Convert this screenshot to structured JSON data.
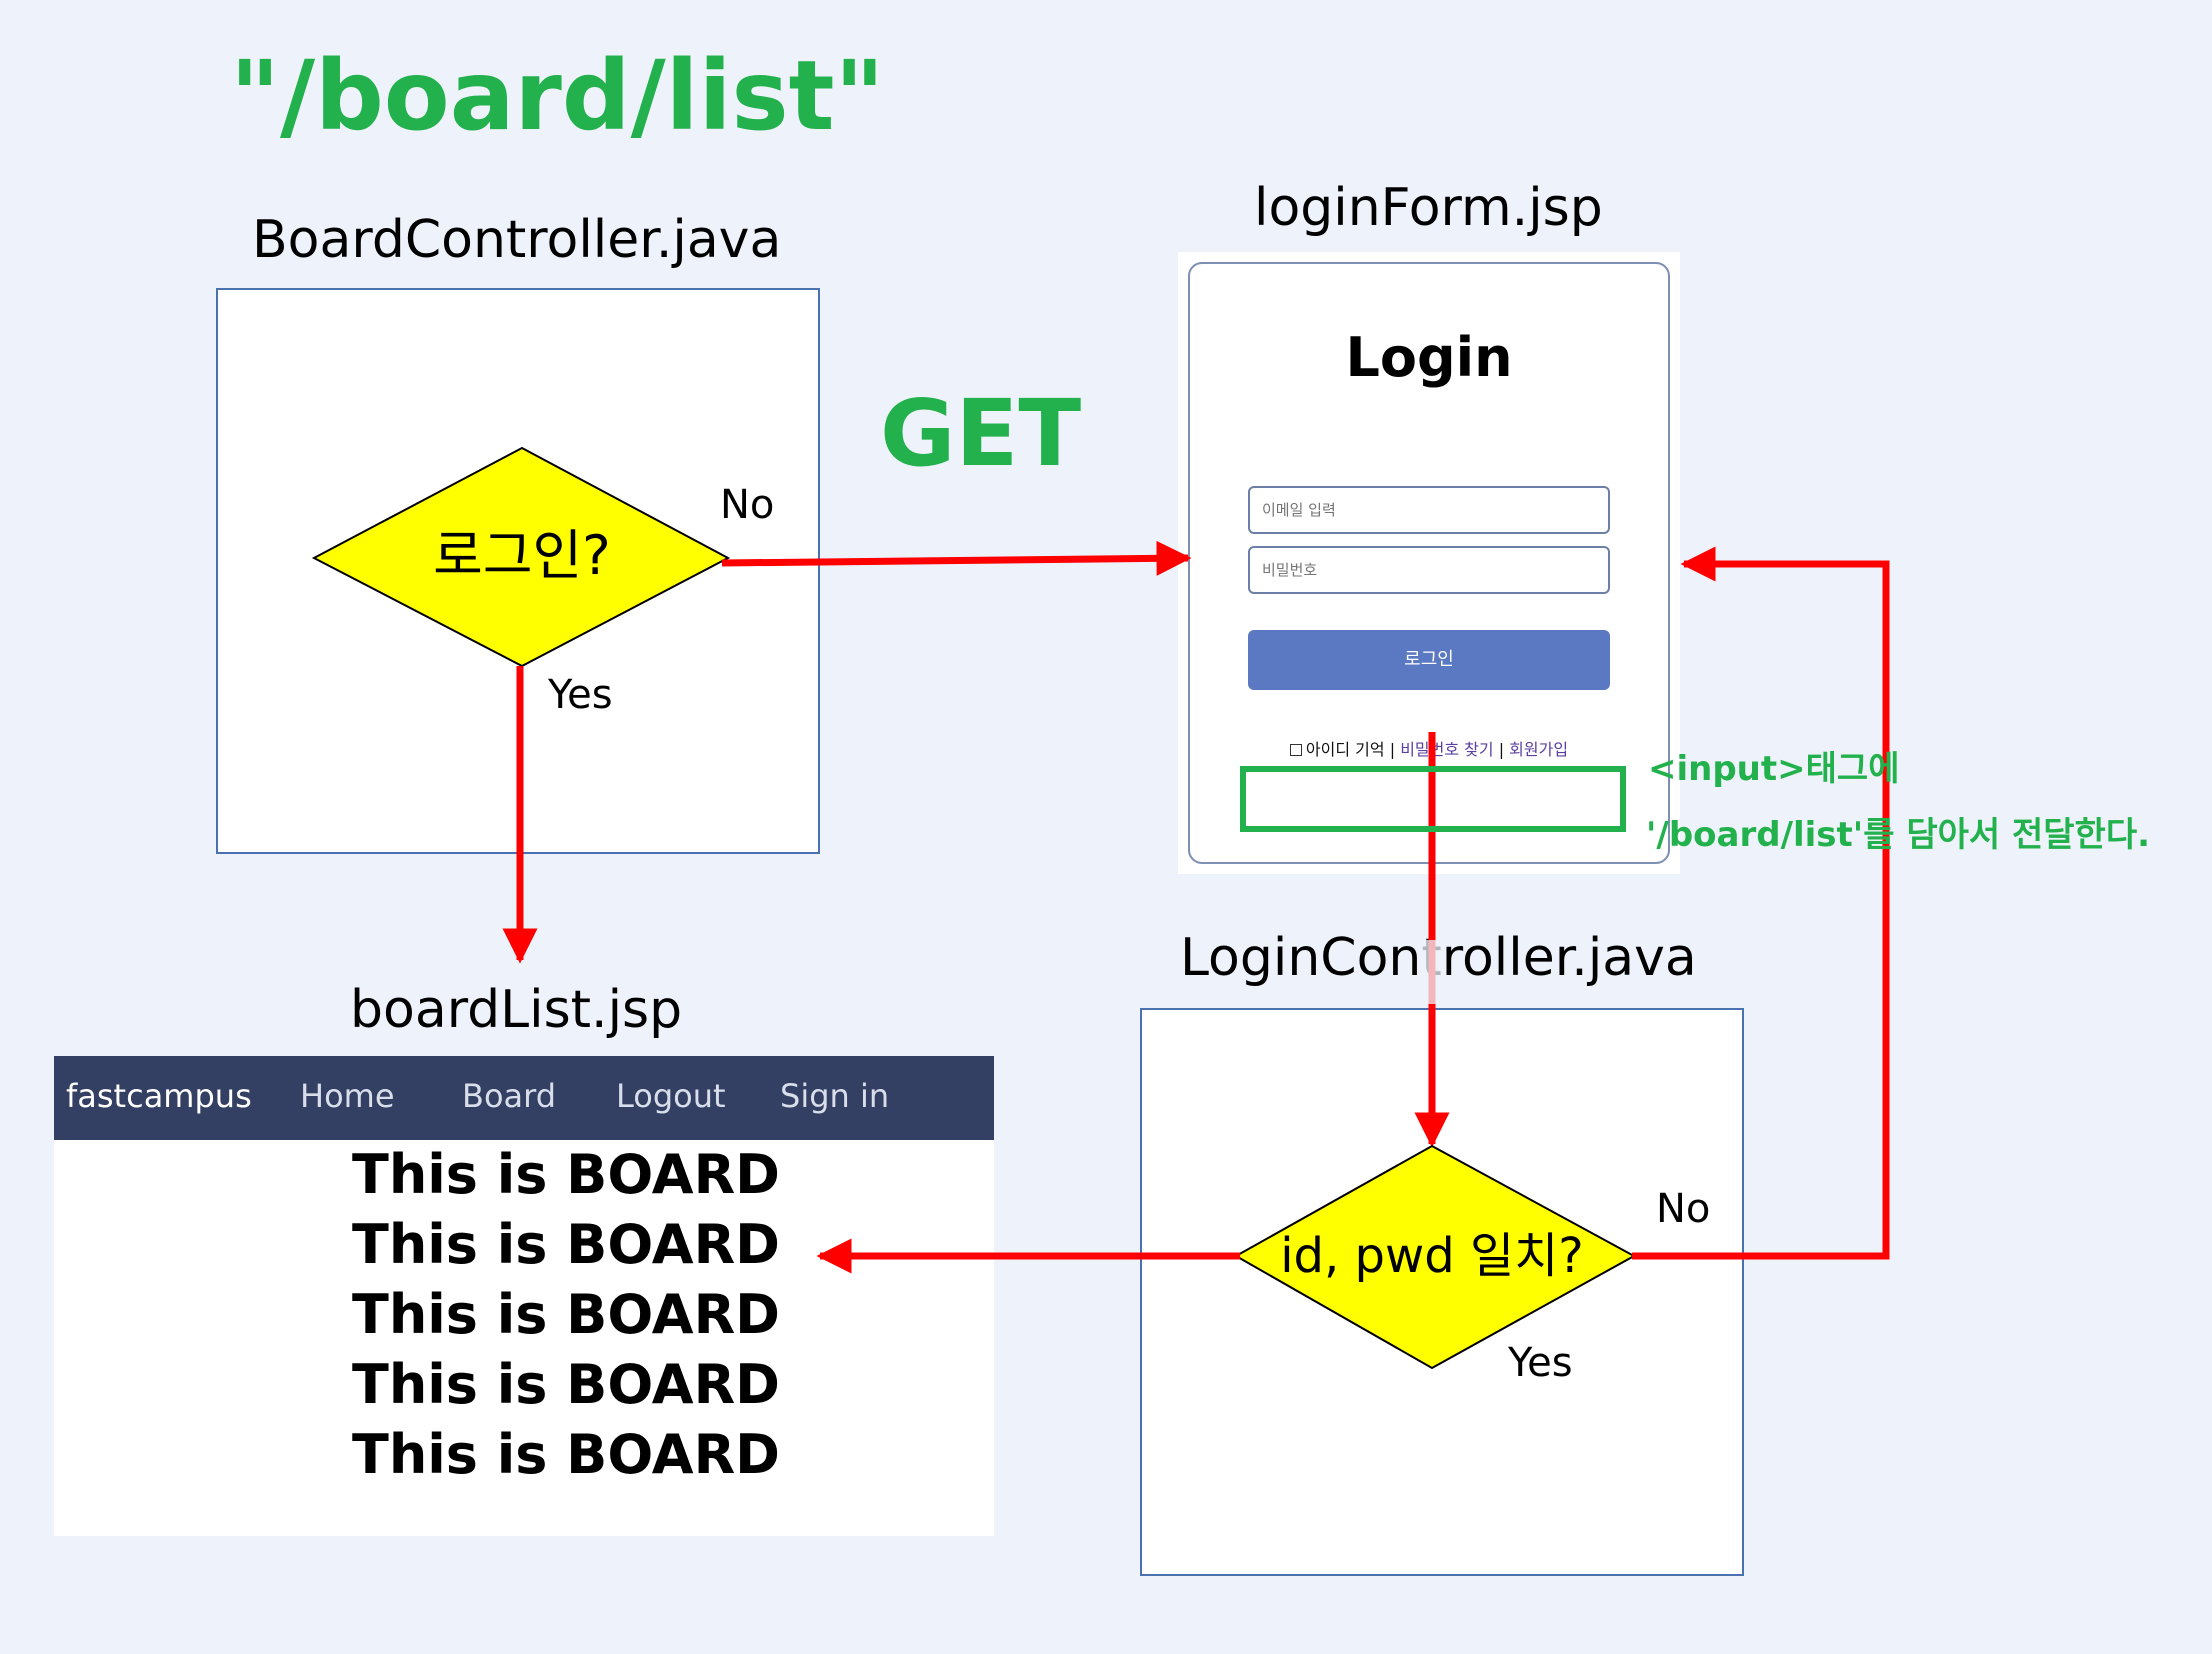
{
  "title": "\"/board/list\"",
  "get_label": "GET",
  "board_controller": {
    "label": "BoardController.java",
    "decision": "로그인?",
    "no_label": "No",
    "yes_label": "Yes"
  },
  "login_form": {
    "label": "loginForm.jsp",
    "title": "Login",
    "email_placeholder": "이메일 입력",
    "password_placeholder": "비밀번호",
    "login_button": "로그인",
    "remember_id": "아이디 기억",
    "separator": "|",
    "find_password": "비밀번호 찾기",
    "signup": "회원가입"
  },
  "annotation": {
    "line1": "<input>태그에",
    "line2": "'/board/list'를 담아서 전달한다."
  },
  "login_controller": {
    "label": "LoginController.java",
    "decision": "id, pwd 일치?",
    "no_label": "No",
    "yes_label": "Yes"
  },
  "board_list": {
    "label": "boardList.jsp",
    "nav": {
      "brand": "fastcampus",
      "items": [
        "Home",
        "Board",
        "Logout",
        "Sign in"
      ]
    },
    "rows": [
      "This is BOARD",
      "This is BOARD",
      "This is BOARD",
      "This is BOARD",
      "This is BOARD"
    ]
  },
  "colors": {
    "accent_green": "#22b14c",
    "arrow_red": "#ff0000",
    "decision_fill": "#ffff00",
    "navbar": "#333f63",
    "login_button": "#5b78c2"
  }
}
